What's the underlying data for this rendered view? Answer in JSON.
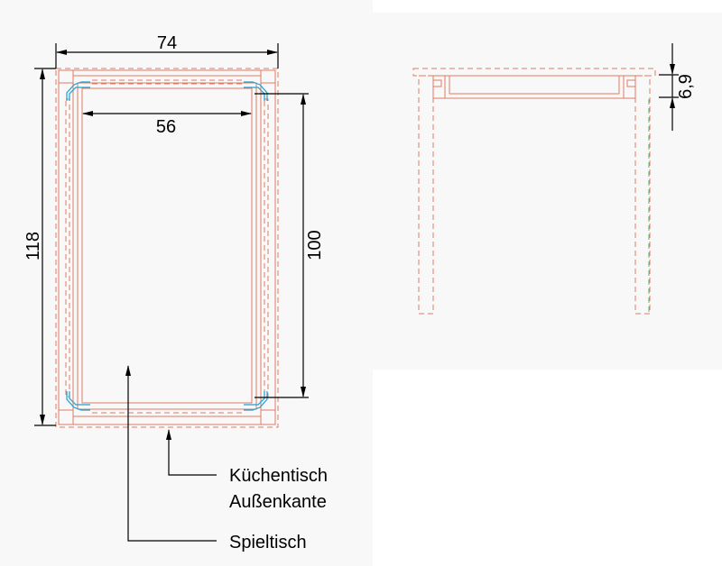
{
  "dimensions": {
    "width_outer": "74",
    "length_outer": "118",
    "width_inner": "56",
    "length_inner": "100",
    "height_apron": "6,9"
  },
  "labels": {
    "kitchen_table_line1": "Küchentisch",
    "kitchen_table_line2": "Außenkante",
    "play_table": "Spieltisch"
  },
  "colors": {
    "outline": "#e07a66",
    "corner_bracket": "#1e9fd2",
    "hidden_leg": "#6ab06a",
    "dimension": "#000000"
  }
}
